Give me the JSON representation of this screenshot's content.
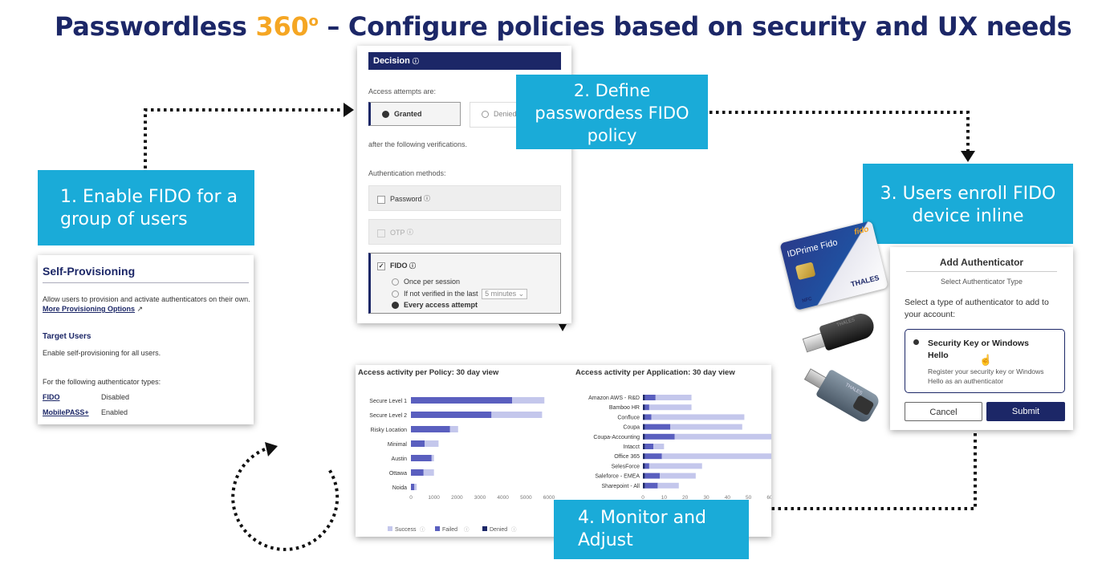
{
  "title": {
    "part1": "Passwordless ",
    "accent": "360",
    "degree": "o",
    "part2": " – Configure policies based on security and UX needs"
  },
  "colors": {
    "navy": "#1c2767",
    "cyan": "#1aabd8",
    "orange": "#f5a623"
  },
  "callouts": {
    "step1": "1. Enable FIDO for a group of users",
    "step2": "2. Define passwordess FIDO policy",
    "step3": "3. Users enroll FIDO device inline",
    "step4": "4. Monitor and Adjust"
  },
  "self_provisioning": {
    "title": "Self-Provisioning",
    "description": "Allow users to provision and activate authenticators on their own.",
    "link": "More Provisioning Options",
    "target_users_heading": "Target Users",
    "target_users_text": "Enable self-provisioning for all users.",
    "types_label": "For the following authenticator types:",
    "types": [
      {
        "name": "FIDO",
        "status": "Disabled"
      },
      {
        "name": "MobilePASS+",
        "status": "Enabled"
      }
    ]
  },
  "decision": {
    "header": "Decision",
    "access_label": "Access attempts are:",
    "granted": "Granted",
    "denied": "Denied",
    "after_text": "after the following verifications.",
    "methods_label": "Authentication methods:",
    "password": "Password",
    "otp": "OTP",
    "fido": "FIDO",
    "check_mark": "✓",
    "info_icon": "ⓘ",
    "fido_options": [
      "Once per session",
      "If not verified in the last",
      "Every access attempt"
    ],
    "interval": "5 minutes"
  },
  "add_authenticator": {
    "title": "Add Authenticator",
    "subtitle": "Select Authenticator Type",
    "prompt": "Select a type of authenticator to add to your account:",
    "option_title": "Security Key or Windows Hello",
    "option_desc": "Register your security key or Windows Hello as an authenticator",
    "cancel": "Cancel",
    "submit": "Submit"
  },
  "devices": {
    "card_label": "IDPrime Fido",
    "card_brand": "THALES",
    "card_logo": "fido",
    "nfc": "NFC",
    "key_brand": "THALES"
  },
  "chart_data": [
    {
      "type": "bar",
      "orientation": "horizontal",
      "stacked": true,
      "title": "Access activity per Policy: 30 day view",
      "categories": [
        "Secure Level 1",
        "Secure Level 2",
        "Risky Location",
        "Minimal",
        "Austin",
        "Ottawa",
        "Noida"
      ],
      "series": [
        {
          "name": "Denied",
          "values": [
            0,
            0,
            0,
            0,
            0,
            0,
            0
          ]
        },
        {
          "name": "Failed",
          "values": [
            4400,
            3500,
            1700,
            600,
            900,
            550,
            150
          ]
        },
        {
          "name": "Success",
          "values": [
            1400,
            2200,
            350,
            600,
            100,
            450,
            100
          ]
        }
      ],
      "xticks": [
        "0",
        "1000",
        "2000",
        "3000",
        "4000",
        "5000",
        "6000"
      ],
      "xlim": [
        0,
        6000
      ],
      "legend": "bottom"
    },
    {
      "type": "bar",
      "orientation": "horizontal",
      "stacked": true,
      "title": "Access activity per Application: 30 day view",
      "categories": [
        "Amazon AWS - R&D",
        "Bamboo HR",
        "Confluce",
        "Coupa",
        "Coupa-Accounting",
        "Intacct",
        "Office 365",
        "SelesForce",
        "Saleforce - EMEA",
        "Sharepoint - All"
      ],
      "series": [
        {
          "name": "Denied",
          "values": [
            1,
            1,
            1,
            1,
            1,
            1,
            1,
            1,
            1,
            1
          ]
        },
        {
          "name": "Failed",
          "values": [
            5,
            2,
            3,
            12,
            14,
            4,
            8,
            2,
            7,
            6
          ]
        },
        {
          "name": "Success",
          "values": [
            17,
            20,
            44,
            34,
            50,
            5,
            53,
            25,
            17,
            10
          ]
        }
      ],
      "xticks": [
        "0",
        "10",
        "20",
        "30",
        "40",
        "50",
        "60"
      ],
      "xlim": [
        0,
        60
      ]
    }
  ]
}
